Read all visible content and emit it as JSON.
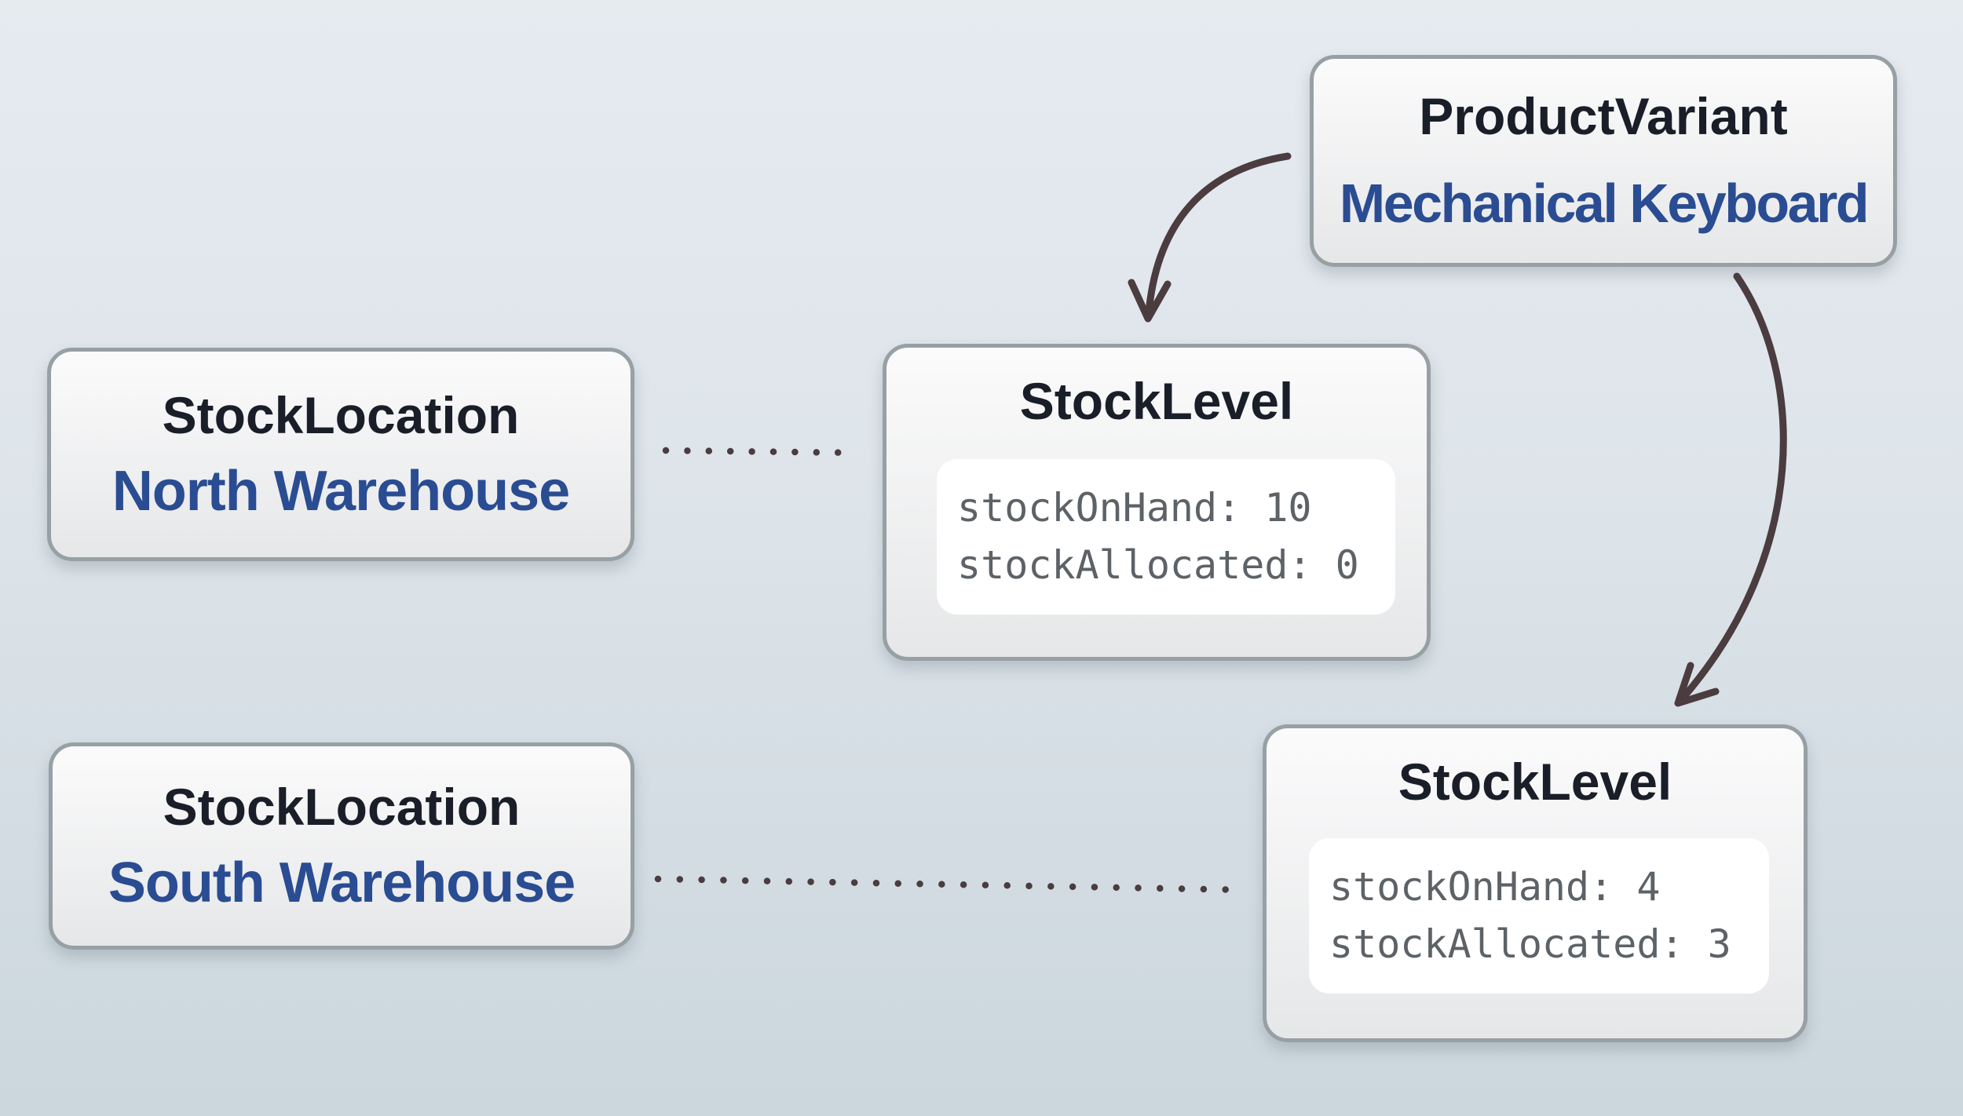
{
  "diagram": {
    "product_variant": {
      "type_label": "ProductVariant",
      "name": "Mechanical Keyboard"
    },
    "stock_locations": [
      {
        "type_label": "StockLocation",
        "name": "North Warehouse"
      },
      {
        "type_label": "StockLocation",
        "name": "South Warehouse"
      }
    ],
    "stock_levels": [
      {
        "type_label": "StockLevel",
        "lines": [
          "stockOnHand: 10",
          "stockAllocated: 0"
        ]
      },
      {
        "type_label": "StockLevel",
        "lines": [
          "stockOnHand: 4",
          "stockAllocated: 3"
        ]
      }
    ]
  },
  "colors": {
    "bg_top": "#e6ebf0",
    "bg_bottom": "#cbd6dd",
    "box_border": "#97a0a5",
    "box_fill_top": "#fbfbfc",
    "box_fill_bottom": "#e6e7e8",
    "inner_bg": "#ffffff",
    "title_color": "#1a1e28",
    "accent_blue": "#2a4c92",
    "mono_gray": "#5d6267",
    "connector": "#4a3c3f"
  }
}
